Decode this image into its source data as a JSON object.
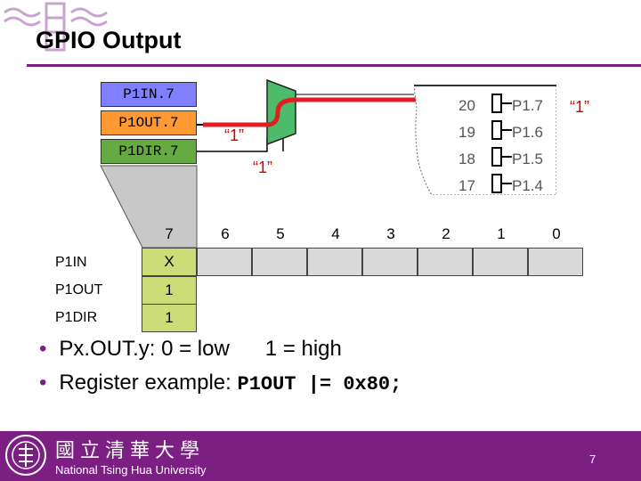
{
  "title": "GPIO Output",
  "registers": {
    "in": "P1IN.7",
    "out": "P1OUT.7",
    "dir": "P1DIR.7"
  },
  "quotes": {
    "out_value": "“1”",
    "dir_value": "“1”",
    "pin_value": "“1”"
  },
  "chip": {
    "pin_numbers": [
      "20",
      "19",
      "18",
      "17"
    ],
    "pin_names": [
      "P1.7",
      "P1.6",
      "P1.5",
      "P1.4"
    ]
  },
  "table": {
    "bits": [
      "7",
      "6",
      "5",
      "4",
      "3",
      "2",
      "1",
      "0"
    ],
    "rows": [
      {
        "label": "P1IN",
        "bit7": "X"
      },
      {
        "label": "P1OUT",
        "bit7": "1"
      },
      {
        "label": "P1DIR",
        "bit7": "1"
      }
    ]
  },
  "bullets": {
    "b1_text": "Px.OUT.y:  0 = low",
    "b1_high": "1 = high",
    "b2_text": "Register example: ",
    "b2_code": "P1OUT |= 0x80;"
  },
  "footer": {
    "university_cjk": "國立清華大學",
    "university": "National Tsing Hua University",
    "page": "7"
  },
  "colors": {
    "accent": "#7b1f82",
    "register_in": "#7f7fff",
    "register_out": "#ff9933",
    "register_dir": "#66aa44",
    "highlight": "#ccdd77",
    "wire": "#e31b23",
    "mux": "#4dbb6c"
  }
}
